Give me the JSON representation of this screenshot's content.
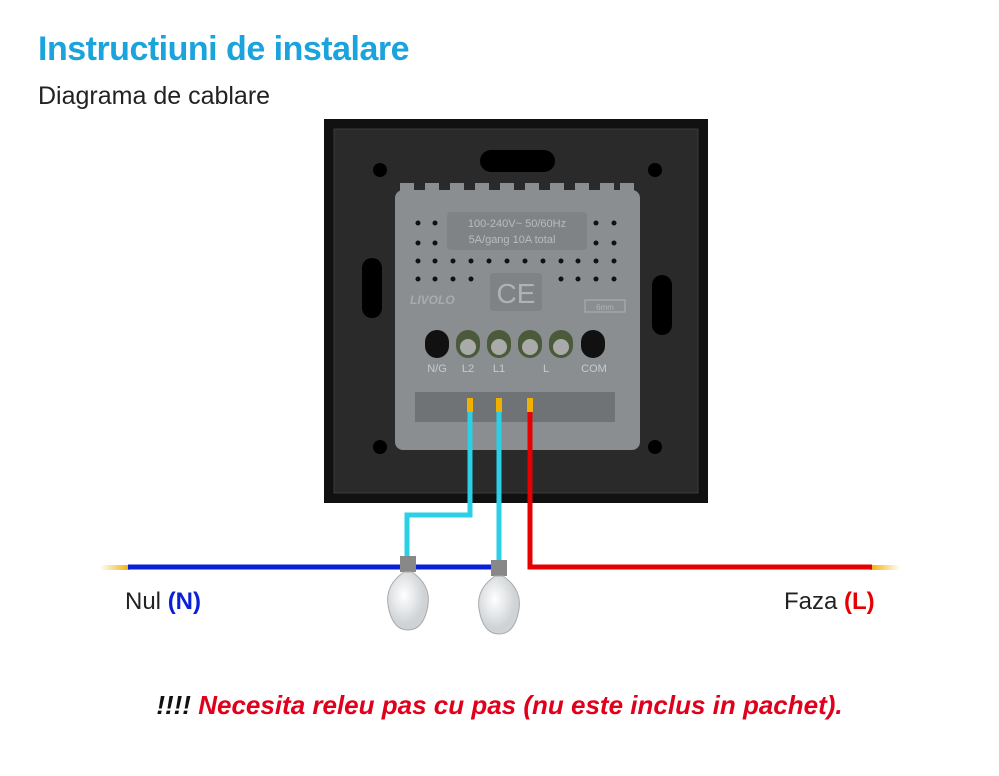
{
  "header": {
    "title": "Instructiuni de instalare",
    "subtitle": "Diagrama de cablare"
  },
  "module": {
    "spec_line1": "100-240V~  50/60Hz",
    "spec_line2": "5A/gang 10A total",
    "brand": "LIVOLO",
    "ce_mark": "CE",
    "strip_length": "6mm",
    "terminals": [
      "N/G",
      "L2",
      "L1",
      "L",
      "COM"
    ]
  },
  "wires": {
    "neutral_label": "Nul",
    "neutral_code": "(N)",
    "phase_label": "Faza",
    "phase_code": "(L)",
    "colors": {
      "neutral": "#0a1fd8",
      "phase": "#e60000",
      "load": "#2ad0e6"
    }
  },
  "note": {
    "prefix": "!!!!",
    "text": "Necesita releu pas cu pas (nu este inclus in pachet)."
  }
}
